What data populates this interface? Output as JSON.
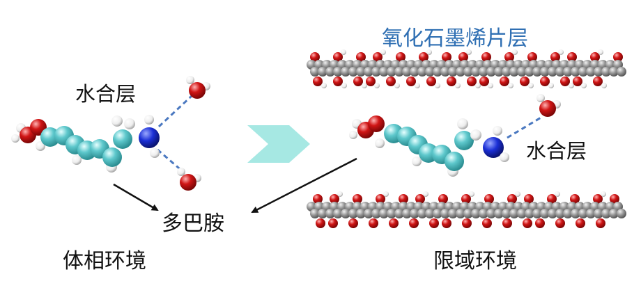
{
  "labels": {
    "go_layer": "氧化石墨烯片层",
    "hydration_left": "水合层",
    "hydration_right": "水合层",
    "dopamine": "多巴胺",
    "bulk_env": "体相环境",
    "confined_env": "限域环境"
  },
  "colors": {
    "title_blue": "#2f6fb3",
    "carbon_cyan": "#5ec8cc",
    "nitrogen_blue": "#1b2fd6",
    "oxygen_red": "#d01515",
    "hydrogen_white": "#f2f2f2",
    "graphene_gray": "#9a9a9a",
    "arrow_fill": "#a6e8e3",
    "hbond_dash": "#4a78c0"
  }
}
